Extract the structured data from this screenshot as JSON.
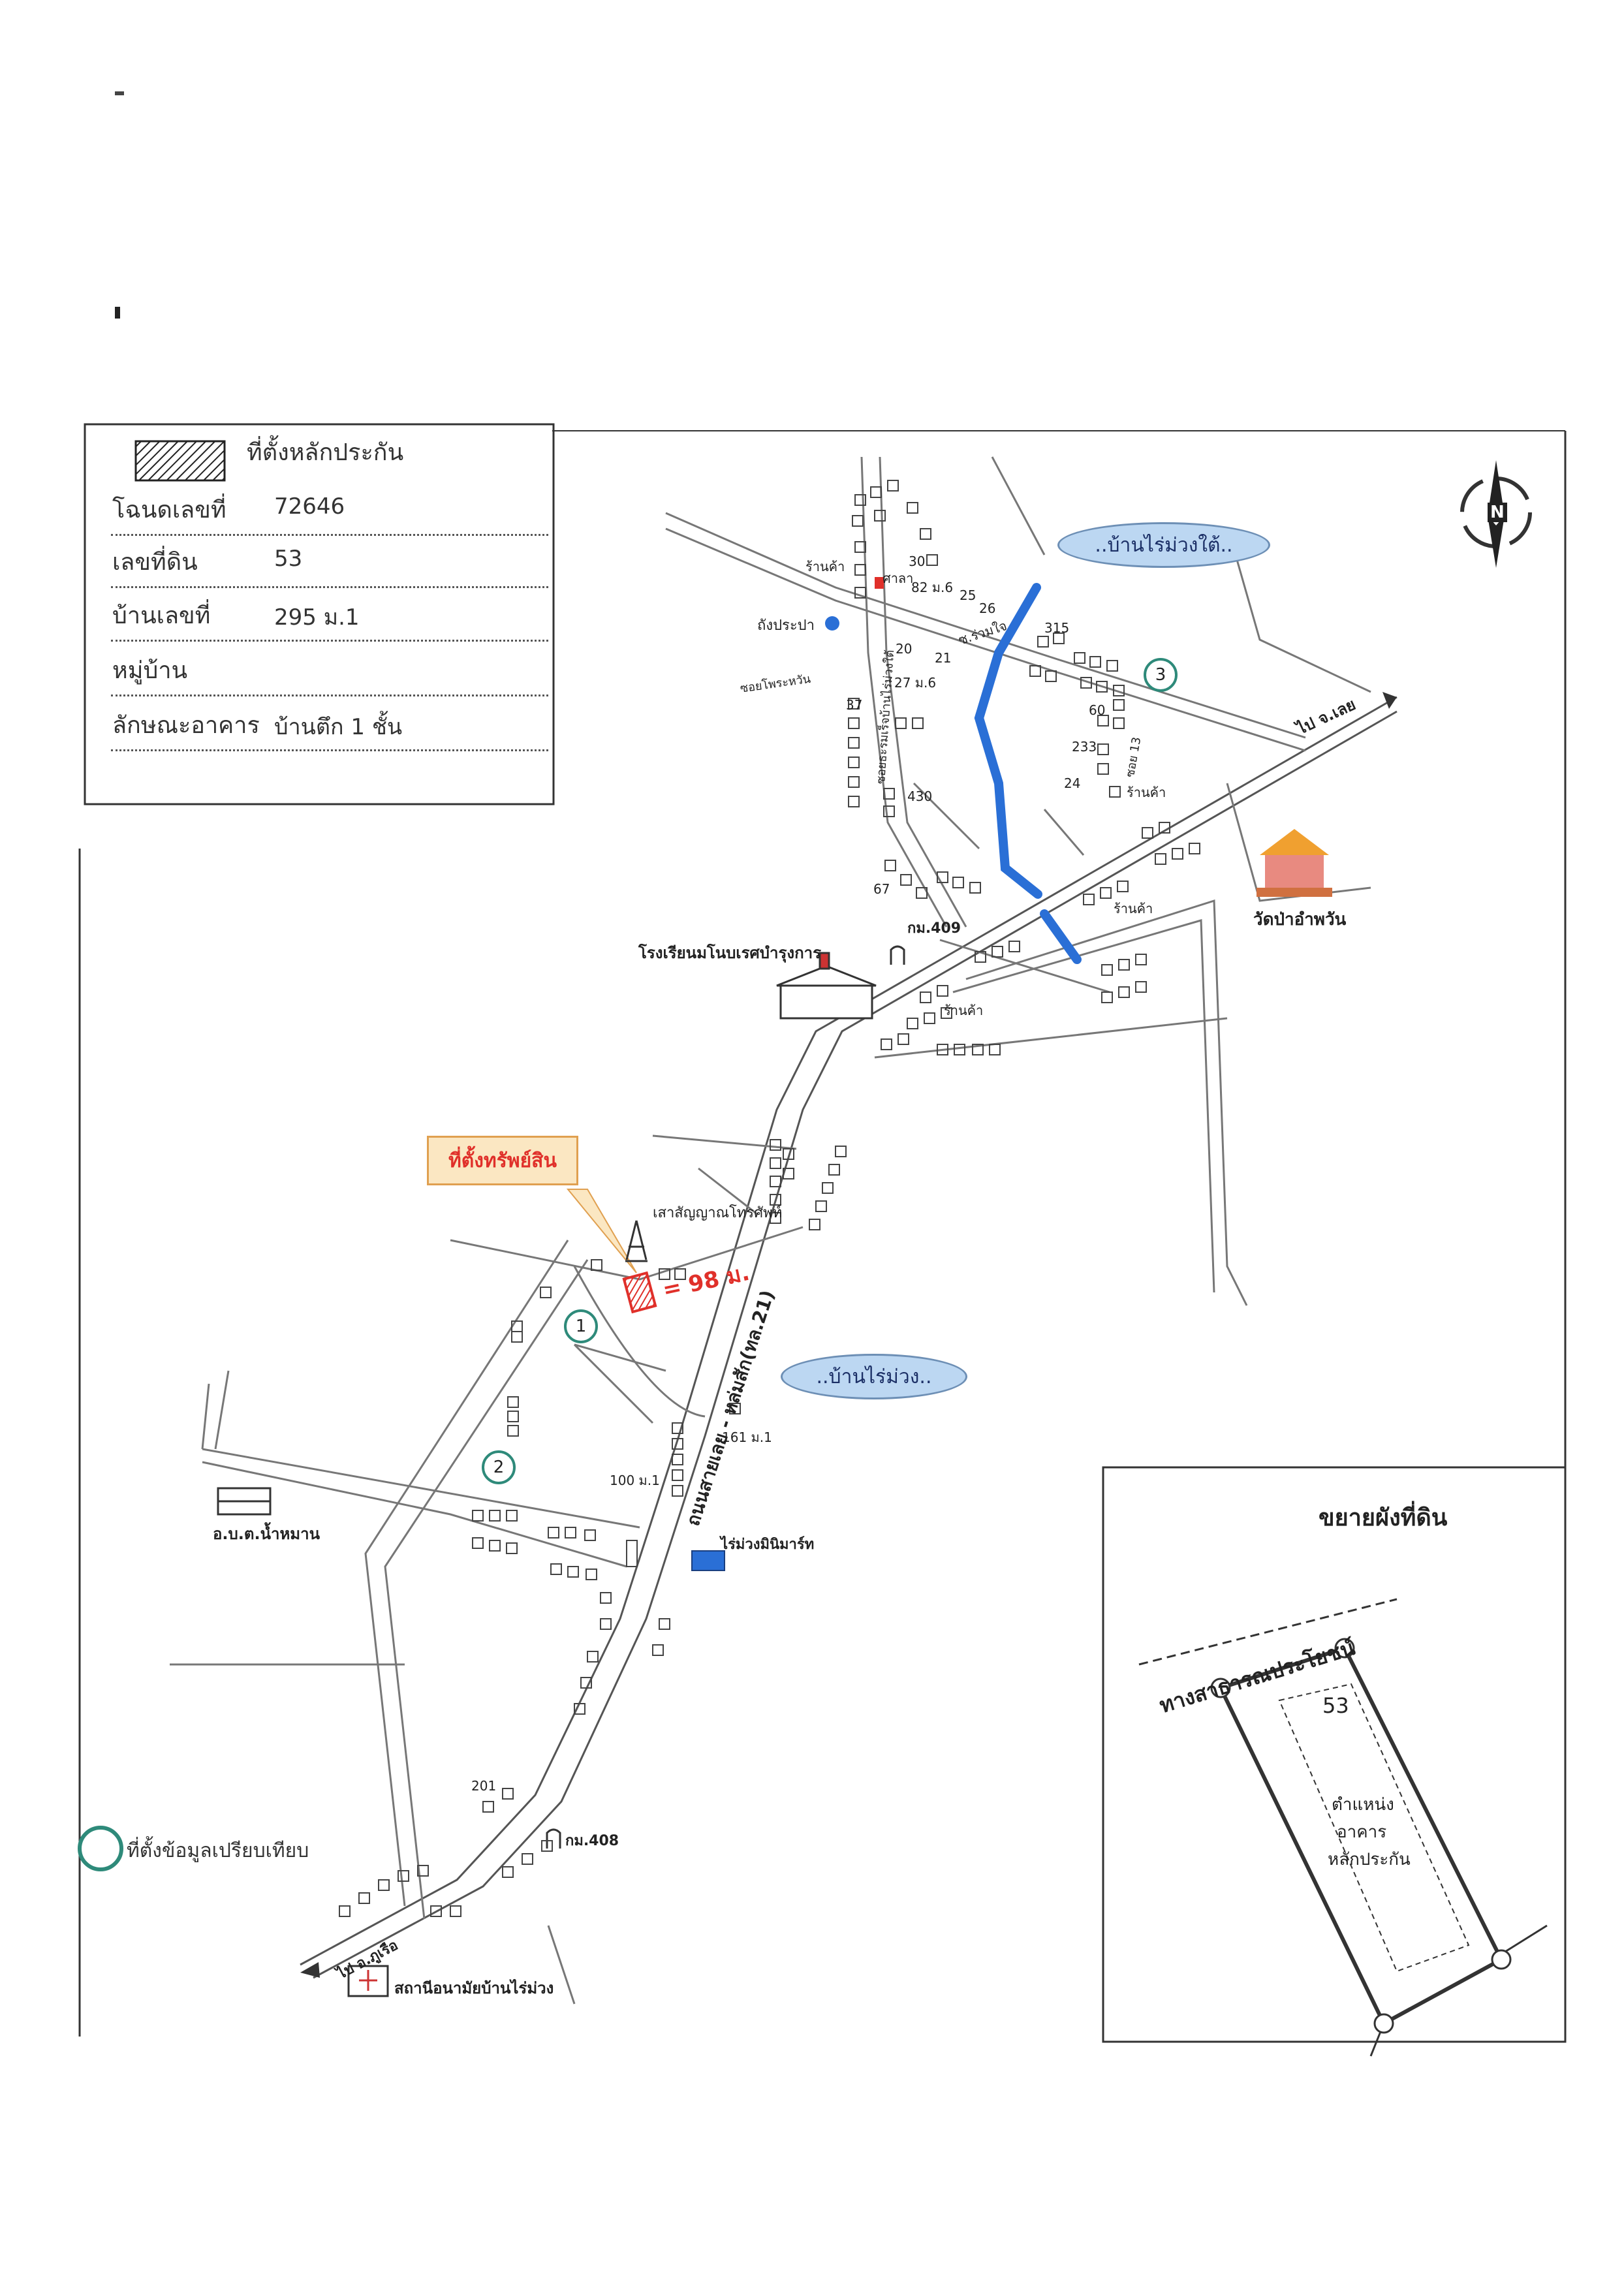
{
  "legend": {
    "property_label": "ที่ตั้งหลักประกัน",
    "deed_label": "โฉนดเลขที่",
    "deed_value": "72646",
    "land_no_label": "เลขที่ดิน",
    "land_no_value": "53",
    "house_no_label": "บ้านเลขที่",
    "house_no_value": "295 ม.1",
    "village_label": "หมู่บ้าน",
    "village_value": "",
    "building_label": "ลักษณะอาคาร",
    "building_value": "บ้านตึก 1 ชั้น"
  },
  "map": {
    "compass": "N",
    "village_south": "..บ้านไร่ม่วงใต้..",
    "village_main": "..บ้านไร่ม่วง..",
    "to_loei": "ไป จ.เลย",
    "to_phu_ruea": "ไป อ.ภูเรือ",
    "temple": "วัดป่าอำพวัน",
    "school": "โรงเรียนมโนบเรศบำรุงการ",
    "km409": "กม.409",
    "km408": "กม.408",
    "property_callout": "ที่ตั้งทรัพย์สิน",
    "distance": "= 98 ม.",
    "telephone_pole": "เสาสัญญาณโทรศัพท์",
    "main_road": "ถนนสายเลย - หล่มสัก(ทล.21)",
    "tambon_office": "อ.บ.ต.น้ำหมาน",
    "minimart": "ไร่ม่วงมินิมาร์ท",
    "health_station": "สถานีอนามัยบ้านไร่ม่วง",
    "water_tank": "ถังประปา",
    "sala": "ศาลา",
    "shop1": "ร้านค้า",
    "shop2": "ร้านค้า",
    "shop3": "ร้านค้า",
    "shop4": "ร้านค้า",
    "soi_prahwan": "ซอยโพระหวัน",
    "soi_ruamjai": "ซ.ร่วมใจ",
    "soi_ban_raimuang": "ซอยธะรมเร็จบ้านไร่ม่วงใต้",
    "soi_13": "ซอย 13",
    "house_30": "30",
    "house_82": "82 ม.6",
    "house_25": "25",
    "house_26": "26",
    "house_315": "315",
    "house_20": "20",
    "house_21": "21",
    "house_27": "27 ม.6",
    "house_37": "37",
    "house_60": "60",
    "house_233": "233",
    "house_24": "24",
    "house_430": "430",
    "house_67": "67",
    "house_161": "161 ม.1",
    "house_100": "100 ม.1",
    "house_201": "201",
    "circle1": "1",
    "circle2": "2",
    "circle3": "3",
    "comparison_legend": "ที่ตั้งข้อมูลเปรียบเทียบ"
  },
  "inset": {
    "title": "ขยายผังที่ดิน",
    "road": "ทางสาธารณประโยชน์",
    "parcel": "53",
    "building_pos_1": "ตำแหน่ง",
    "building_pos_2": "อาคาร",
    "building_pos_3": "หลักประกัน"
  },
  "colors": {
    "river": "#2a6fd6",
    "bubble_fill": "#bcd7f2",
    "circle_stroke": "#2e8a7a",
    "property_red": "#e0302a",
    "callout_fill": "#fbe7c2"
  }
}
